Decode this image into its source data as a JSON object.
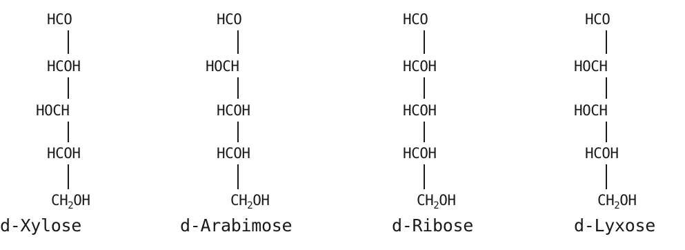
{
  "structures": [
    {
      "name": "d-Xylose",
      "groups": [
        "HCO",
        "HCOH",
        "HOCH",
        "HCOH",
        "CH2OH"
      ]
    },
    {
      "name": "d-Arabimose",
      "groups": [
        "HCO",
        "HOCH",
        "HCOH",
        "HCOH",
        "CH2OH"
      ]
    },
    {
      "name": "d-Ribose",
      "groups": [
        "HCO",
        "HCOH",
        "HCOH",
        "HCOH",
        "CH2OH"
      ]
    },
    {
      "name": "d-Lyxose",
      "groups": [
        "HCO",
        "HOCH",
        "HOCH",
        "HCOH",
        "CH2OH"
      ]
    }
  ]
}
